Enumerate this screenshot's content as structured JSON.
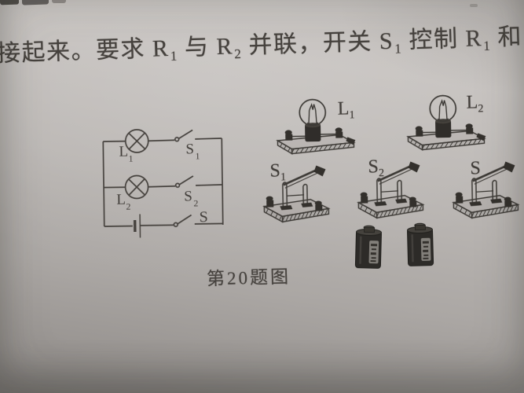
{
  "problem_text": {
    "parts": [
      {
        "t": "接起来。要求 R"
      },
      {
        "sub": "1"
      },
      {
        "t": " 与 R"
      },
      {
        "sub": "2"
      },
      {
        "t": " 并联，开关 S"
      },
      {
        "sub": "1"
      },
      {
        "t": " 控制 R"
      },
      {
        "sub": "1"
      },
      {
        "t": " 和"
      }
    ]
  },
  "figure_caption": "第20题图",
  "circuit_diagram": {
    "lamp1": {
      "letter": "L",
      "sub": "1"
    },
    "lamp2": {
      "letter": "L",
      "sub": "2"
    },
    "switch1": {
      "letter": "S",
      "sub": "1"
    },
    "switch2": {
      "letter": "S",
      "sub": "2"
    },
    "switch_main": {
      "letter": "S",
      "sub": ""
    }
  },
  "components": {
    "bulb1_label": {
      "letter": "L",
      "sub": "1"
    },
    "bulb2_label": {
      "letter": "L",
      "sub": "2"
    },
    "switch1_label": {
      "letter": "S",
      "sub": "1"
    },
    "switch2_label": {
      "letter": "S",
      "sub": "2"
    },
    "switch_main_label": {
      "letter": "S",
      "sub": ""
    },
    "battery_count": 2
  },
  "colors": {
    "paper": "#bab6b2",
    "ink": "#44403c"
  }
}
